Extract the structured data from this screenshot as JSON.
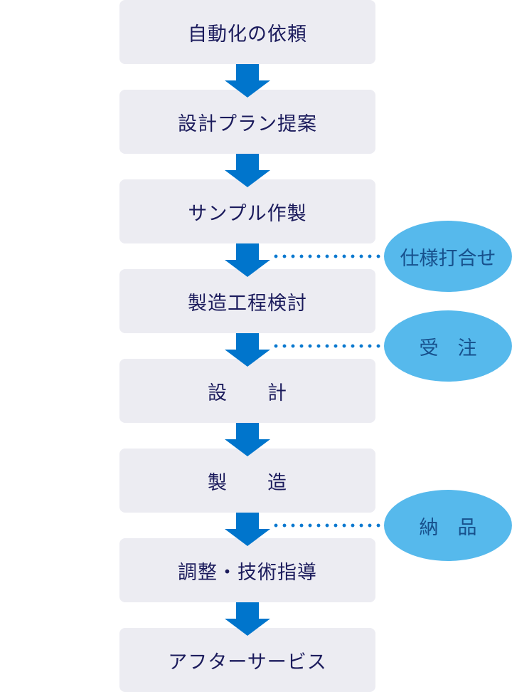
{
  "diagram": {
    "title": "",
    "colors": {
      "step_bg": "#ececf2",
      "step_text": "#1b1b5c",
      "arrow": "#0075cc",
      "milestone_bg": "#56b9ec",
      "milestone_text": "#17508c",
      "connector": "#0a78cf"
    },
    "steps": [
      {
        "label": "自動化の依頼"
      },
      {
        "label": "設計プラン提案"
      },
      {
        "label": "サンプル作製"
      },
      {
        "label": "製造工程検討"
      },
      {
        "label": "設　　計"
      },
      {
        "label": "製　　造"
      },
      {
        "label": "調整・技術指導"
      },
      {
        "label": "アフターサービス"
      }
    ],
    "milestones": [
      {
        "label": "仕様打合せ",
        "between_steps": [
          "サンプル作製",
          "製造工程検討"
        ]
      },
      {
        "label": "受　注",
        "between_steps": [
          "製造工程検討",
          "設　　計"
        ]
      },
      {
        "label": "納　品",
        "between_steps": [
          "製　　造",
          "調整・技術指導"
        ]
      }
    ]
  }
}
